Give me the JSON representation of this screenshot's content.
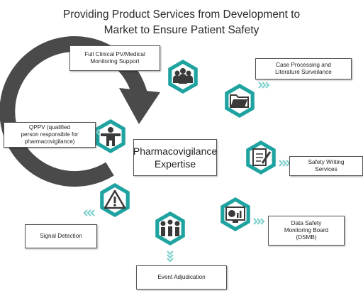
{
  "title": {
    "line1": "Providing Product Services from Development to",
    "line2": "Market to Ensure Patient Safety"
  },
  "center": {
    "line1": "Pharmacovigilance",
    "line2": "Expertise"
  },
  "services": [
    {
      "id": "clinical",
      "label_lines": [
        "Full Clinical PV/Medical",
        "Monitoring Support"
      ],
      "icon": "group-people-icon"
    },
    {
      "id": "case",
      "label_lines": [
        "Case Processing and",
        "Literature Surveilance"
      ],
      "icon": "folder-icon"
    },
    {
      "id": "safety",
      "label_lines": [
        "Safety Writing",
        "Services"
      ],
      "icon": "notepad-pen-icon"
    },
    {
      "id": "dsmb",
      "label_lines": [
        "Data Safety",
        "Monitoring Board",
        "(DSMB)"
      ],
      "icon": "chart-monitor-icon"
    },
    {
      "id": "event",
      "label_lines": [
        "Event Adjudication"
      ],
      "icon": "three-people-icon"
    },
    {
      "id": "signal",
      "label_lines": [
        "Signal Detection"
      ],
      "icon": "warning-icon"
    },
    {
      "id": "qppv",
      "label_lines": [
        "QPPV (qualified",
        "person responsible for",
        "pharmacovigilance)"
      ],
      "icon": "person-icon"
    }
  ],
  "colors": {
    "teal": "#1fa3a0",
    "arrow_gray": "#4a4a4a",
    "chevron_teal": "#7fd0cc"
  }
}
